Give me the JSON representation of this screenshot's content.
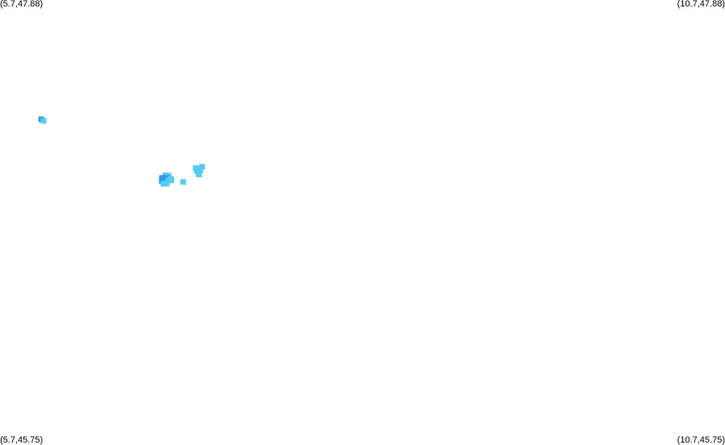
{
  "corners": {
    "top_left": "(5.7,47.88)",
    "top_right": "(10.7,47.88)",
    "bottom_left": "(5.7,45.75)",
    "bottom_right": "(10.7,45.75)"
  },
  "extent": {
    "lon_min": 5.7,
    "lon_max": 10.7,
    "lat_min": 45.75,
    "lat_max": 47.88
  },
  "colors": {
    "light": "#55ccf5",
    "dark": "#2a9be6"
  },
  "cells": [
    {
      "lon": 5.985,
      "lat": 47.309,
      "shade": "dark"
    },
    {
      "lon": 6.0,
      "lat": 47.302,
      "shade": "light"
    },
    {
      "lon": 6.84,
      "lat": 47.04,
      "shade": "light"
    },
    {
      "lon": 6.862,
      "lat": 47.04,
      "shade": "light"
    },
    {
      "lon": 6.817,
      "lat": 47.028,
      "shade": "dark"
    },
    {
      "lon": 6.835,
      "lat": 47.028,
      "shade": "dark"
    },
    {
      "lon": 6.853,
      "lat": 47.028,
      "shade": "dark"
    },
    {
      "lon": 6.876,
      "lat": 47.024,
      "shade": "light"
    },
    {
      "lon": 6.817,
      "lat": 47.013,
      "shade": "dark"
    },
    {
      "lon": 6.835,
      "lat": 47.013,
      "shade": "dark"
    },
    {
      "lon": 6.862,
      "lat": 47.017,
      "shade": "light"
    },
    {
      "lon": 6.882,
      "lat": 47.017,
      "shade": "light"
    },
    {
      "lon": 6.826,
      "lat": 47.001,
      "shade": "light"
    },
    {
      "lon": 6.848,
      "lat": 47.001,
      "shade": "light"
    },
    {
      "lon": 6.963,
      "lat": 47.009,
      "shade": "light"
    },
    {
      "lon": 7.049,
      "lat": 47.075,
      "shade": "light"
    },
    {
      "lon": 7.072,
      "lat": 47.075,
      "shade": "light"
    },
    {
      "lon": 7.094,
      "lat": 47.082,
      "shade": "light"
    },
    {
      "lon": 7.058,
      "lat": 47.06,
      "shade": "light"
    },
    {
      "lon": 7.081,
      "lat": 47.064,
      "shade": "light"
    },
    {
      "lon": 7.072,
      "lat": 47.045,
      "shade": "light"
    }
  ]
}
